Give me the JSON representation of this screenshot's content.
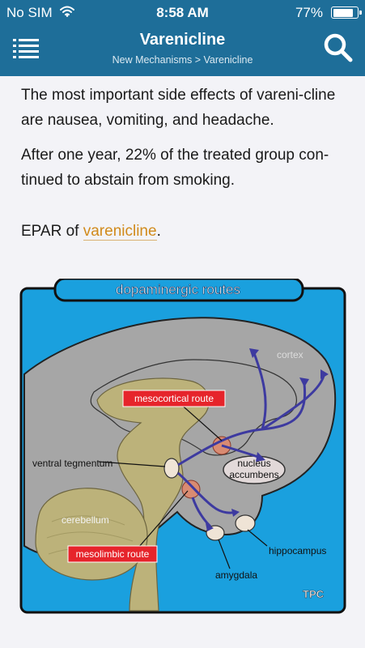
{
  "status_bar": {
    "carrier": "No SIM",
    "time": "8:58 AM",
    "battery": "77%"
  },
  "header": {
    "title": "Varenicline",
    "breadcrumb": "New Mechanisms > Varenicline",
    "menu_icon": "list-icon",
    "search_icon": "search-icon"
  },
  "content": {
    "paragraph_1": "The most important side effects of vareni-cline are nausea, vomiting, and headache.",
    "paragraph_2": "After one year, 22% of the treated group con-tinued to abstain from smoking.",
    "epar_prefix": "EPAR of ",
    "epar_link": "varenicline",
    "epar_suffix": "."
  },
  "figure": {
    "title": "dopaminergic routes",
    "labels": {
      "cortex": "cortex",
      "mesocortical": "mesocortical route",
      "ventral_tegmentum": "ventral tegmentum",
      "nucleus_line1": "nucleus",
      "nucleus_line2": "accumbens",
      "cerebellum": "cerebellum",
      "mesolimbic": "mesolimbic route",
      "hippocampus": "hippocampus",
      "amygdala": "amygdala",
      "logo": "TPC"
    }
  },
  "colors": {
    "header_bg": "#1e6e99",
    "link": "#d18a1b",
    "diagram_bg": "#1aa0de",
    "brain_gray": "#a6a6a6",
    "brainstem_olive": "#bcb27a",
    "route_label_bg": "#e6242b",
    "arrow": "#3d3aa0"
  }
}
